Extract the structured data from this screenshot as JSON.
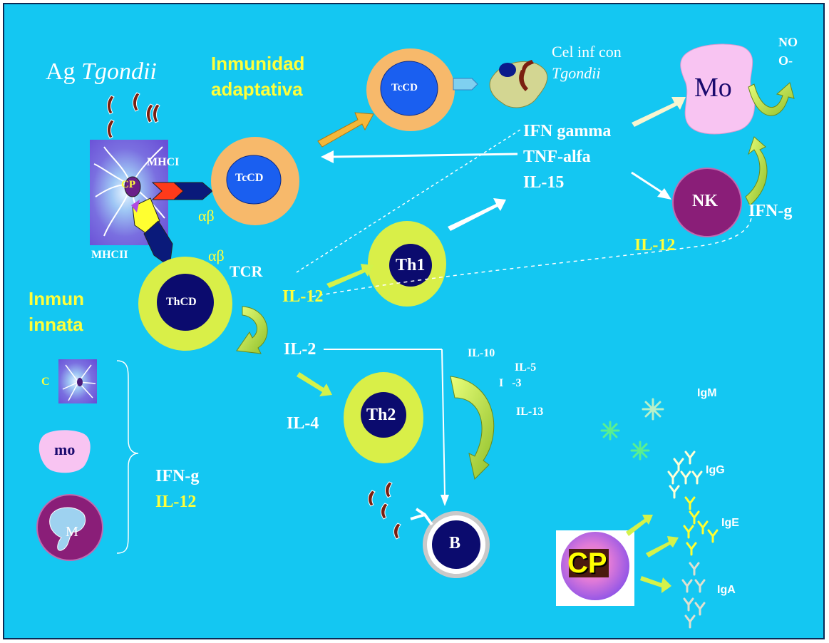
{
  "colors": {
    "background": "#14c7f2",
    "white_text": "#ffffff",
    "yellow_text": "#ffff3a",
    "dark_navy": "#0b0b6e",
    "lime": "#d4f24a",
    "orange_ring": "#f7b96b"
  },
  "headers": {
    "antigen_prefix": "Ag",
    "antigen_name": "Tgondii",
    "adaptive_line1": "Inmunidad",
    "adaptive_line2": "adaptativa",
    "innate_line1": "Inmun",
    "innate_line2": "innata"
  },
  "apc": {
    "cp_label": "CP",
    "mhc1": "MHCI",
    "mhc2": "MHCII",
    "ab_top": "αβ",
    "ab_mid": "αβ",
    "tcr": "TCR"
  },
  "cells": {
    "tcd_left": "TcCD",
    "tcd_top": "TcCD",
    "thcd": "ThCD",
    "th1": "Th1",
    "th2": "Th2",
    "b": "B",
    "mo": "Mo",
    "nk": "NK",
    "infected_line1": "Cel inf con",
    "infected_line2": "Tgondii"
  },
  "cytokines": {
    "ifn_gamma": "IFN gamma",
    "tnf_alfa": "TNF-alfa",
    "il15": "IL-15",
    "no": "NO",
    "o_minus": "O-",
    "ifn_g_nk": "IFN-g",
    "il12_nk": "IL-12",
    "il12_th": "IL-12",
    "il2": "IL-2",
    "il4": "IL-4",
    "il10": "IL-10",
    "il5": "IL-5",
    "i3": "I   -3",
    "il13": "IL-13"
  },
  "innate": {
    "c_label": "C",
    "mo_label": "mo",
    "m_label": "M",
    "ifn_g": "IFN-g",
    "il12": "IL-12"
  },
  "antibodies": {
    "cp_label": "CP",
    "igm": "IgM",
    "igg": "IgG",
    "ige": "IgE",
    "iga": "IgA"
  }
}
